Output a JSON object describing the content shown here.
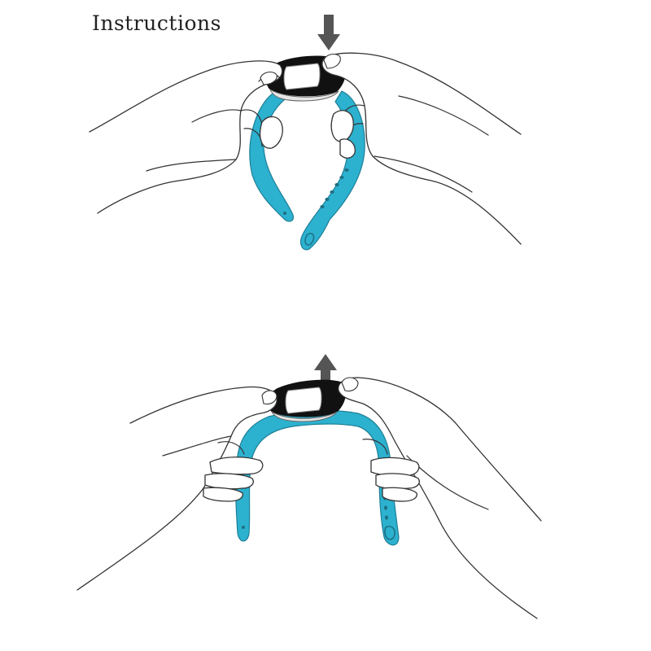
{
  "title": "Instructions",
  "colors": {
    "band": "#2cb1cf",
    "band_dark": "#1d6f82",
    "tracker": "#111111",
    "arrow": "#555555",
    "line": "#333333"
  },
  "steps": [
    {
      "arrow": "down"
    },
    {
      "arrow": "up"
    }
  ]
}
